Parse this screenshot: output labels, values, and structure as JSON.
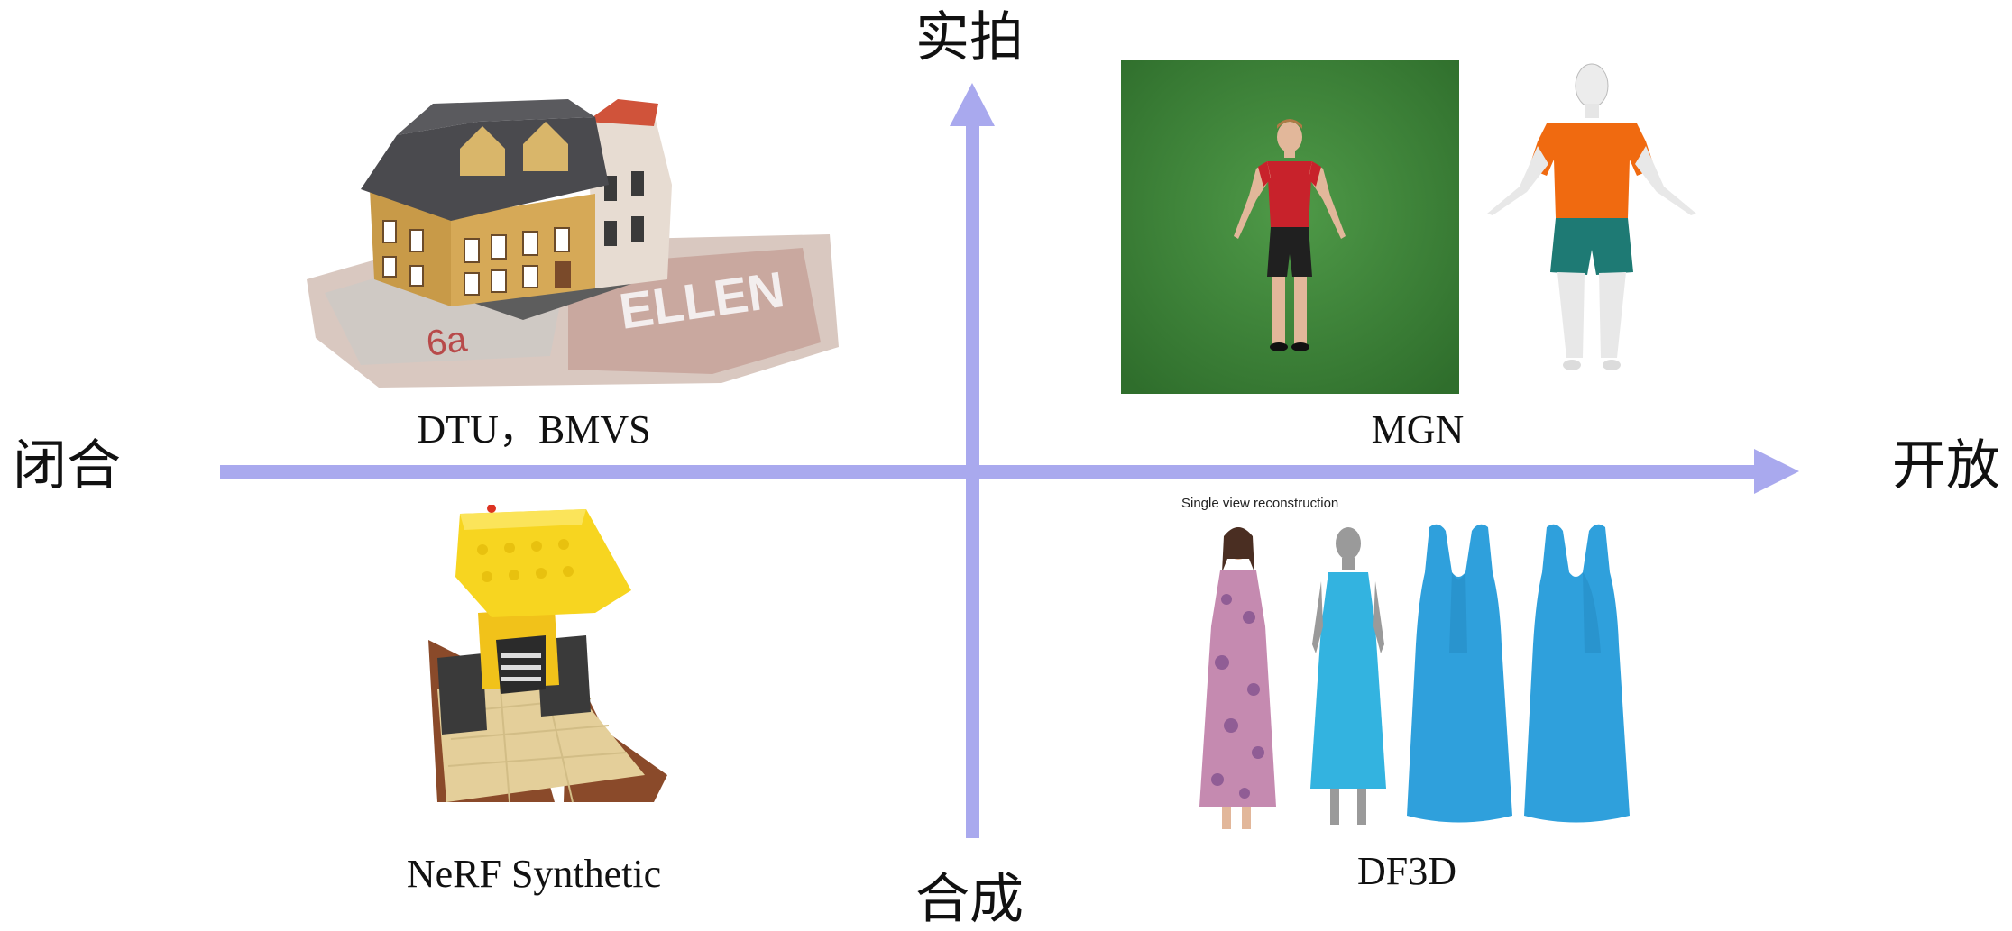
{
  "axes": {
    "top_label": "实拍",
    "bottom_label": "合成",
    "left_label": "闭合",
    "right_label": "开放",
    "color": "#a9a9ee"
  },
  "quadrants": {
    "top_left": {
      "caption": "DTU，BMVS",
      "image": "house-model-icon"
    },
    "top_right": {
      "caption": "MGN",
      "images": [
        "person-greenscreen-photo",
        "clothed-mannequin-icon"
      ]
    },
    "bottom_left": {
      "caption": "NeRF Synthetic",
      "image": "lego-bulldozer-icon"
    },
    "bottom_right": {
      "caption": "DF3D",
      "image_caption": "Single view reconstruction",
      "images": [
        "dress-photo",
        "dress-mannequin-icon",
        "dress-mesh-icon",
        "dress-mesh-icon"
      ]
    }
  }
}
